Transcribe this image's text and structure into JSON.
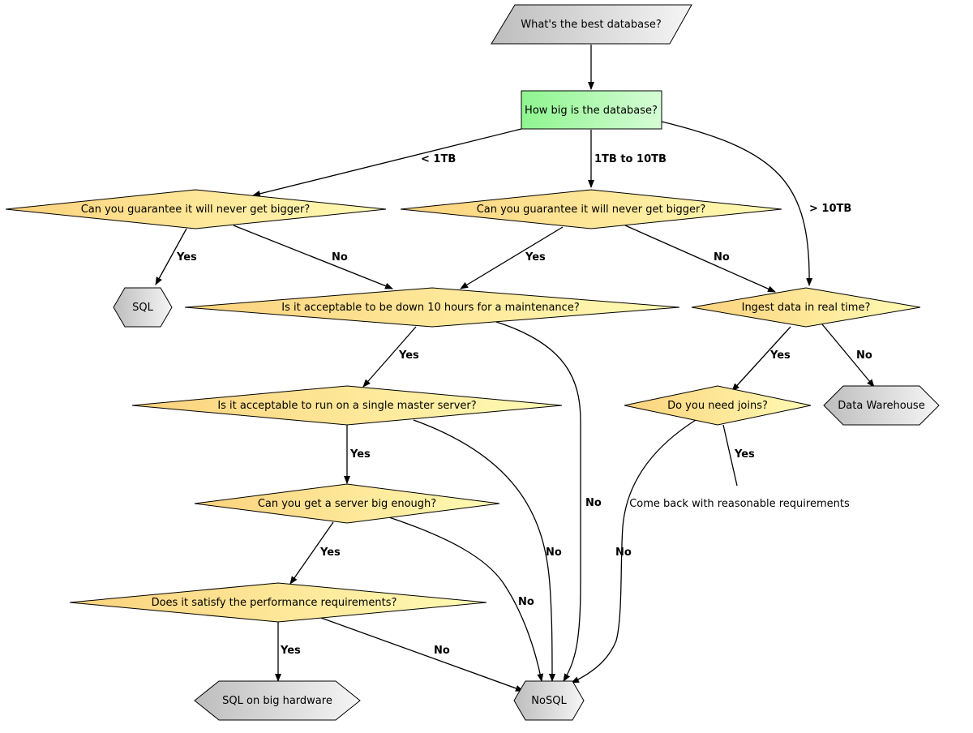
{
  "colors": {
    "start_gradient": [
      "#bdbdbd",
      "#f5f5f5"
    ],
    "size_box_gradient": [
      "#8ef58e",
      "#d6fcd6"
    ],
    "question_gradient": [
      "#fcd27c",
      "#fffbb4"
    ],
    "terminal_gradient": [
      "#bdbdbd",
      "#f5f5f5"
    ]
  },
  "nodes": {
    "start": "What's the best database?",
    "size_question": "How big is the database?",
    "guarantee_small": "Can you guarantee it will never get bigger?",
    "guarantee_medium": "Can you guarantee it will never get bigger?",
    "sql": "SQL",
    "downtime_question": "Is it acceptable to be down 10 hours for a maintenance?",
    "realtime_question": "Ingest data in real time?",
    "single_master_question": "Is it acceptable to run on a single master server?",
    "joins_question": "Do you need joins?",
    "data_warehouse": "Data Warehouse",
    "big_server_question": "Can you get a server big enough?",
    "come_back": "Come back with reasonable requirements",
    "performance_question": "Does it satisfy the performance requirements?",
    "sql_big_hardware": "SQL on big hardware",
    "nosql": "NoSQL"
  },
  "edge_labels": {
    "lt_1tb": "< 1TB",
    "one_to_ten_tb": "1TB to 10TB",
    "gt_10tb": "> 10TB",
    "small_yes": "Yes",
    "small_no": "No",
    "medium_yes": "Yes",
    "medium_no": "No",
    "downtime_yes": "Yes",
    "downtime_no": "No",
    "realtime_yes": "Yes",
    "realtime_no": "No",
    "single_master_yes": "Yes",
    "single_master_no": "No",
    "joins_yes": "Yes",
    "joins_no": "No",
    "big_server_yes": "Yes",
    "big_server_no": "No",
    "performance_yes": "Yes",
    "performance_no": "No"
  }
}
